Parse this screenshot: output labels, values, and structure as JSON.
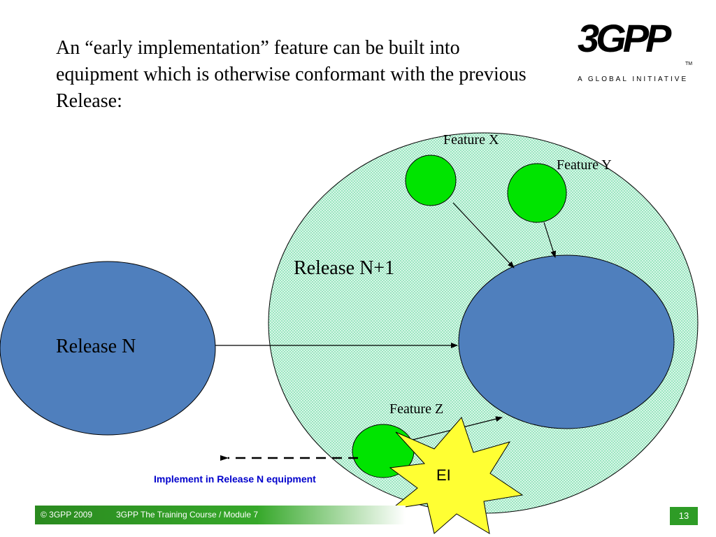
{
  "slide": {
    "title": "An “early implementation” feature can be built into equipment which is otherwise conformant with the previous Release:"
  },
  "logo": {
    "main": "3GPP",
    "tagline": "A GLOBAL INITIATIVE",
    "tm": "TM"
  },
  "diagram": {
    "release_n": "Release N",
    "release_n1": "Release N+1",
    "feature_x": "Feature X",
    "feature_y": "Feature Y",
    "feature_z": "Feature Z",
    "ei": "EI",
    "implement_note": "Implement in Release N equipment"
  },
  "footer": {
    "copyright": "© 3GPP 2009",
    "course": "3GPP The Training Course / Module 7",
    "page_number": "13"
  },
  "colors": {
    "release_blue": "#4f7fbd",
    "feature_green": "#00e400",
    "pattern_green": "#bff2dc",
    "burst_yellow": "#ffff33",
    "note_blue": "#0000cc",
    "footer_green": "#2e9c26"
  }
}
